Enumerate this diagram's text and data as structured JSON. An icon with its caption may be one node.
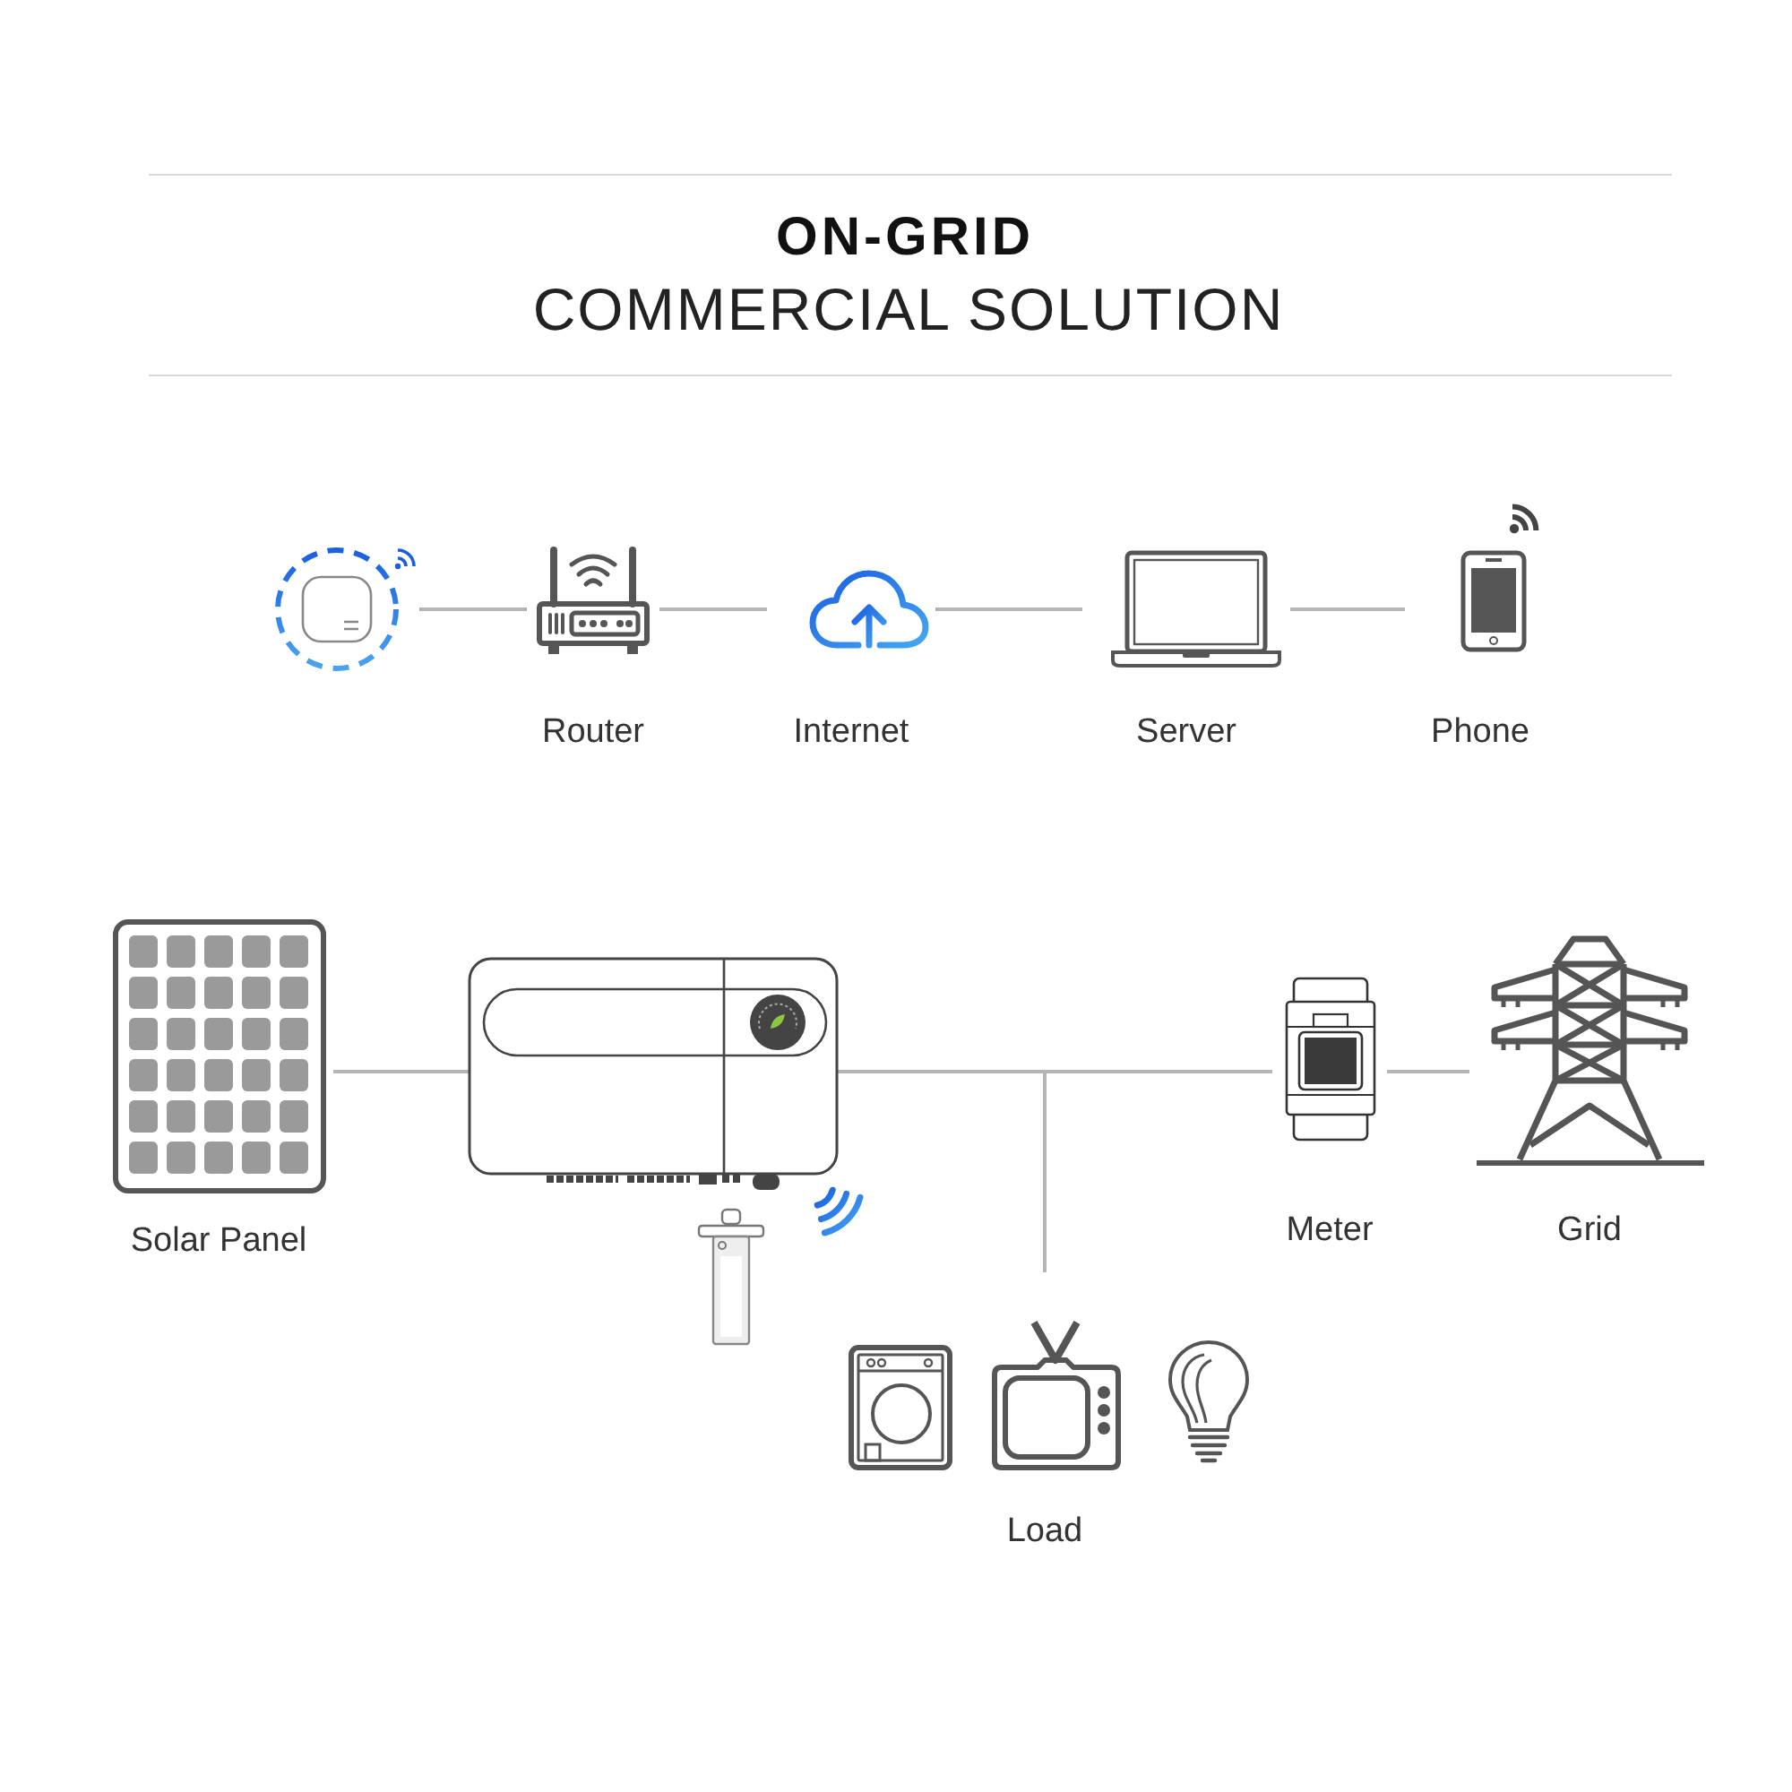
{
  "diagram": {
    "title": "ON-GRID",
    "nodes": [
      {
        "text": [],
        "shape": "picture"
      },
      {
        "text": [
          "Router"
        ]
      },
      {
        "text": [
          "Internet"
        ]
      },
      {
        "text": [
          "Server"
        ]
      },
      {
        "text": [
          "Phone"
        ]
      },
      {
        "text": [
          "Solar Panel"
        ]
      },
      {
        "text": [],
        "shape": "picture"
      },
      {
        "text": [
          "Meter"
        ]
      },
      {
        "text": [
          "Grid"
        ]
      },
      {
        "text": [
          "Load"
        ]
      }
    ],
    "edges": [
      {
        "from": 0,
        "to": 1,
        "arrow": "none"
      },
      {
        "from": 1,
        "to": 2,
        "arrow": "none"
      },
      {
        "from": 2,
        "to": 3,
        "arrow": "none"
      },
      {
        "from": 3,
        "to": 4,
        "arrow": "none"
      },
      {
        "from": 5,
        "to": 6,
        "arrow": "none"
      },
      {
        "from": 6,
        "to": 7,
        "arrow": "none"
      },
      {
        "from": 6,
        "to": 9,
        "arrow": "none"
      },
      {
        "from": 7,
        "to": 8,
        "arrow": "none"
      }
    ],
    "labels": [
      "COMMERCIAL SOLUTION"
    ]
  }
}
